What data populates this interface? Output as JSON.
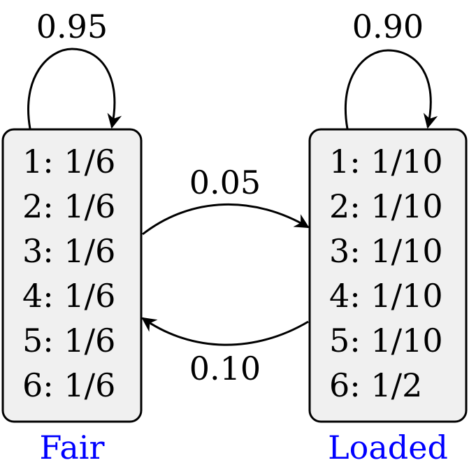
{
  "states": [
    {
      "name": "Fair",
      "emissions": [
        "1: 1/6",
        "2: 1/6",
        "3: 1/6",
        "4: 1/6",
        "5: 1/6",
        "6: 1/6"
      ],
      "self_loop": "0.95"
    },
    {
      "name": "Loaded",
      "emissions": [
        "1: 1/10",
        "2: 1/10",
        "3: 1/10",
        "4: 1/10",
        "5: 1/10",
        "6: 1/2"
      ],
      "self_loop": "0.90"
    }
  ],
  "transitions": {
    "fair_to_loaded": "0.05",
    "loaded_to_fair": "0.10"
  },
  "colors": {
    "state_fill": "#f0f0f0",
    "label_color": "#0000ff",
    "stroke": "#000000"
  }
}
